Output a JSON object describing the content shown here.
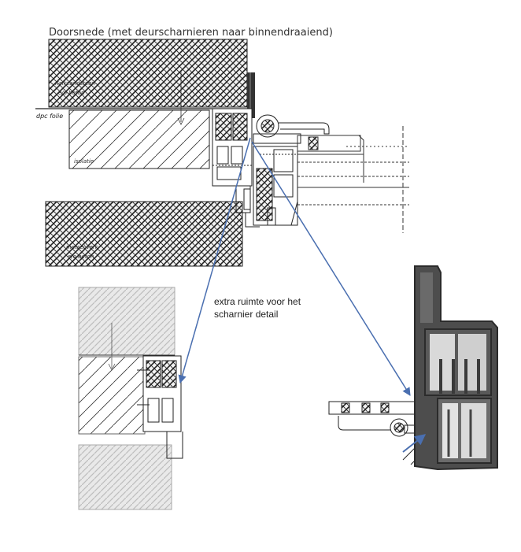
{
  "title": "Doorsnede (met deurscharnieren naar binnendraaiend)",
  "labels": {
    "wall_top_1": "Kalkzandsteen",
    "wall_top_2": "e/o beton",
    "foil": "dpc folie",
    "insulation": "isolatie",
    "wall_bottom_1": "metselwerk",
    "wall_bottom_2": "e/o beton"
  },
  "annotation": {
    "line1": "extra ruimte voor het",
    "line2": "scharnier detail"
  },
  "colors": {
    "arrow": "#4a6fb0",
    "profile": "#4d4d4d",
    "line": "#222222"
  }
}
